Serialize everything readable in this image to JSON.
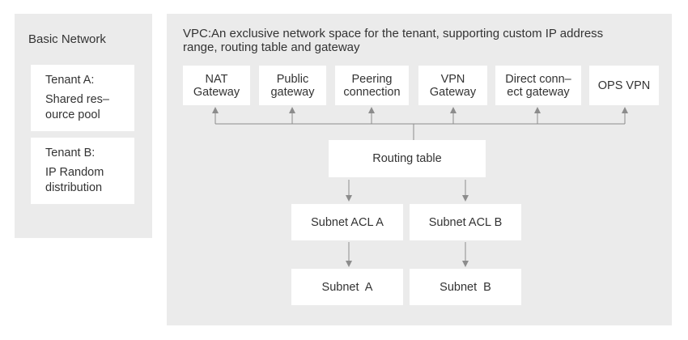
{
  "basic_network": {
    "title": "Basic Network",
    "tenant_a": {
      "line1": "Tenant A:",
      "line2": "Shared res–",
      "line3": "ource pool"
    },
    "tenant_b": {
      "line1": "Tenant B:",
      "line2": "IP Random",
      "line3": "distribution"
    }
  },
  "vpc": {
    "description_line1": "VPC:An exclusive network space for the tenant, supporting custom IP address",
    "description_line2": "range, routing table and gateway",
    "gateways": [
      {
        "line1": "NAT",
        "line2": "Gateway"
      },
      {
        "line1": "Public",
        "line2": "gateway"
      },
      {
        "line1": "Peering",
        "line2": "connection"
      },
      {
        "line1": "VPN",
        "line2": "Gateway"
      },
      {
        "line1": "Direct conn–",
        "line2": "ect gateway"
      },
      {
        "line1": "OPS VPN",
        "line2": ""
      }
    ],
    "routing_table": "Routing table",
    "acls": [
      "Subnet ACL A",
      "Subnet ACL B"
    ],
    "subnets": [
      "Subnet  A",
      "Subnet  B"
    ]
  },
  "colors": {
    "panel": "#ebebeb",
    "box": "#ffffff",
    "line": "#8c8c8c",
    "text": "#333333"
  }
}
